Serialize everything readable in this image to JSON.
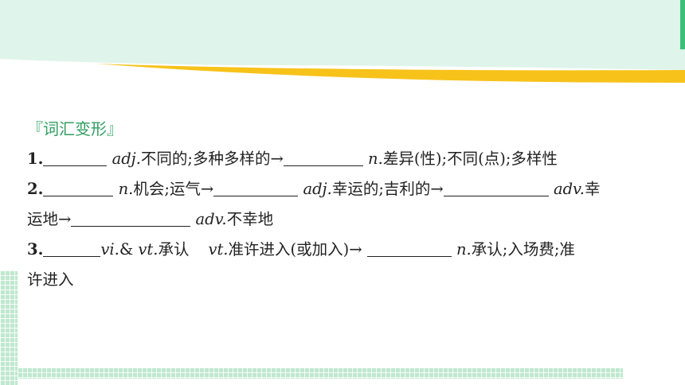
{
  "section": {
    "title": "『词汇变形』"
  },
  "items": [
    {
      "num": "1.",
      "p1": "adj.",
      "t1": "不同的;多种多样的→",
      "p2": "n.",
      "t2": "差异(性);不同(点);多样性"
    },
    {
      "num": "2.",
      "p1": "n.",
      "t1": "机会;运气→",
      "p2": "adj.",
      "t2": "幸运的;吉利的→",
      "p3": "adv.",
      "t3": "幸",
      "t4": "运地→",
      "p4": "adv.",
      "t5": "不幸地"
    },
    {
      "num": "3.",
      "p1": "vi.",
      "t1": "& ",
      "p2": "vt.",
      "t2": "承认",
      "p3": "vt.",
      "t3": "准许进入(或加入)→",
      "p4": "n.",
      "t4": "承认;入场费;准",
      "t5": "许进入"
    }
  ],
  "colors": {
    "header_bg": "#dff4ea",
    "accent_yellow": "#f7c21a",
    "title_green": "#2f9e5f",
    "grid_green": "#bfe8cf"
  }
}
